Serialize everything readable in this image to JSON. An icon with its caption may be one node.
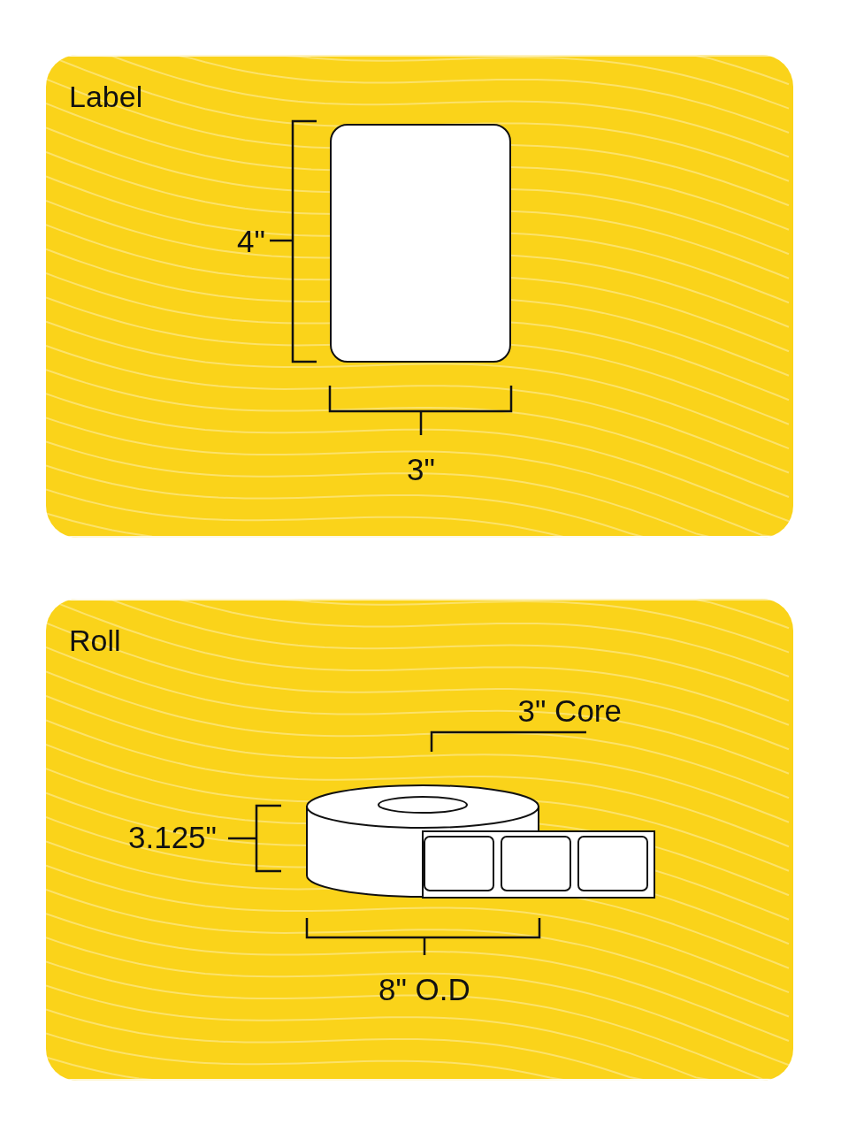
{
  "diagram": {
    "nodes": [
      {
        "text": [
          "Label"
        ]
      },
      {
        "text": [],
        "shape": "box",
        "in": 0
      },
      {
        "text": [
          "Roll"
        ]
      },
      {
        "text": [],
        "shape": "cylinder",
        "in": 2
      }
    ],
    "labels": [
      "4\"",
      "3\"",
      "3\" Core",
      "3.125\"",
      "8\" O.D"
    ]
  }
}
